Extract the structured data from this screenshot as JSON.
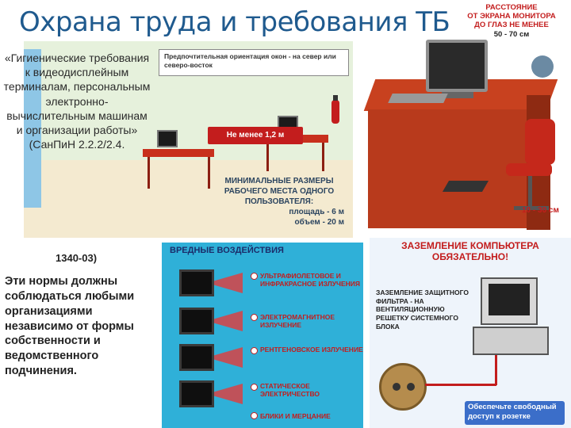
{
  "slide": {
    "title": "Охрана труда и требования ТБ",
    "hygiene": "«Гигиенические требования к видеодисплейным терминалам, персональным электронно-вычислительным машинам и организации работы» (СанПиН 2.2.2/2.4.",
    "hygiene_tail": "1340-03)",
    "norms": "Эти нормы должны соблюдаться любыми организациями независимо от формы собственности и ведомственного подчинения."
  },
  "poster_room": {
    "banner": "Предпочтительная ориентация окон - на север или северо-восток",
    "distance": "Не менее 1,2 м",
    "sizes_title": "МИНИМАЛЬНЫЕ РАЗМЕРЫ РАБОЧЕГО МЕСТА ОДНОГО ПОЛЬЗОВАТЕЛЯ:",
    "sizes_area": "площадь - 6 м",
    "sizes_volume": "объем - 20 м"
  },
  "poster_desk": {
    "distance_l1": "РАССТОЯНИЕ",
    "distance_l2": "ОТ ЭКРАНА МОНИТОРА",
    "distance_l3": "ДО ГЛАЗ НЕ МЕНЕЕ",
    "distance_l4": "50 - 70 см",
    "footrest": "10 - 30 см"
  },
  "poster_harm": {
    "title": "ВРЕДНЫЕ ВОЗДЕЙСТВИЯ",
    "items": [
      "УЛЬТРАФИОЛЕТОВОЕ И ИНФРАКРАСНОЕ ИЗЛУЧЕНИЯ",
      "ЭЛЕКТРОМАГНИТНОЕ ИЗЛУЧЕНИЕ",
      "РЕНТГЕНОВСКОЕ ИЗЛУЧЕНИЕ",
      "СТАТИЧЕСКОЕ ЭЛЕКТРИЧЕСТВО",
      "БЛИКИ И МЕРЦАНИЕ"
    ]
  },
  "poster_ground": {
    "title_l1": "ЗАЗЕМЛЕНИЕ КОМПЬЮТЕРА",
    "title_l2": "ОБЯЗАТЕЛЬНО!",
    "note": "ЗАЗЕМЛЕНИЕ ЗАЩИТНОГО ФИЛЬТРА - НА ВЕНТИЛЯЦИОННУЮ РЕШЕТКУ СИСТЕМНОГО БЛОКА",
    "tip": "Обеспечьте свободный доступ к розетке"
  },
  "colors": {
    "title": "#1f5a8e",
    "accent_red": "#c31d1d",
    "harm_bg": "#2fb0d8"
  }
}
